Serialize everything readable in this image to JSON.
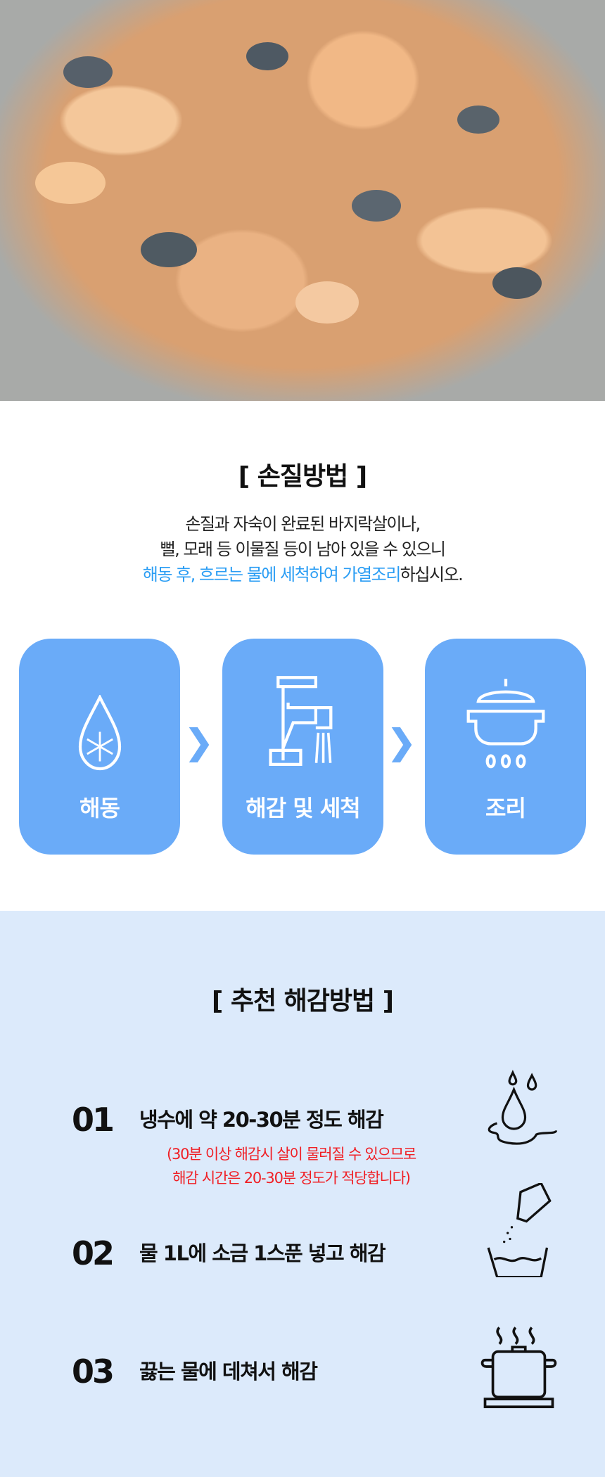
{
  "section1": {
    "title": "[ 손질방법 ]",
    "line1": "손질과 자숙이 완료된 바지락살이나,",
    "line2": "뻘, 모래 등 이물질 등이 남아 있을 수 있으니",
    "line3_highlight": "해동 후, 흐르는 물에 세척하여 가열조리",
    "line3_rest": "하십시오.",
    "steps": [
      {
        "label": "해동",
        "icon": "snowflake-drop-icon"
      },
      {
        "label": "해감 및 세척",
        "icon": "faucet-icon"
      },
      {
        "label": "조리",
        "icon": "pot-icon"
      }
    ]
  },
  "section2": {
    "title": "[ 추천 해감방법 ]",
    "items": [
      {
        "num": "01",
        "text": "냉수에 약 20-30분 정도 해감",
        "note1": "(30분 이상 해감시 살이 물러질 수 있으므로",
        "note2": "해감 시간은 20-30분 정도가 적당합니다)",
        "icon": "water-drop-icon"
      },
      {
        "num": "02",
        "text": "물 1L에 소금 1스푼 넣고 해감",
        "icon": "salt-shaker-icon"
      },
      {
        "num": "03",
        "text": "끓는 물에 데쳐서 해감",
        "icon": "boiling-pot-icon"
      }
    ]
  },
  "colors": {
    "card": "#6aabf8",
    "highlight": "#2a9df4",
    "note": "#f01f25",
    "section_bg": "#dceafb"
  }
}
